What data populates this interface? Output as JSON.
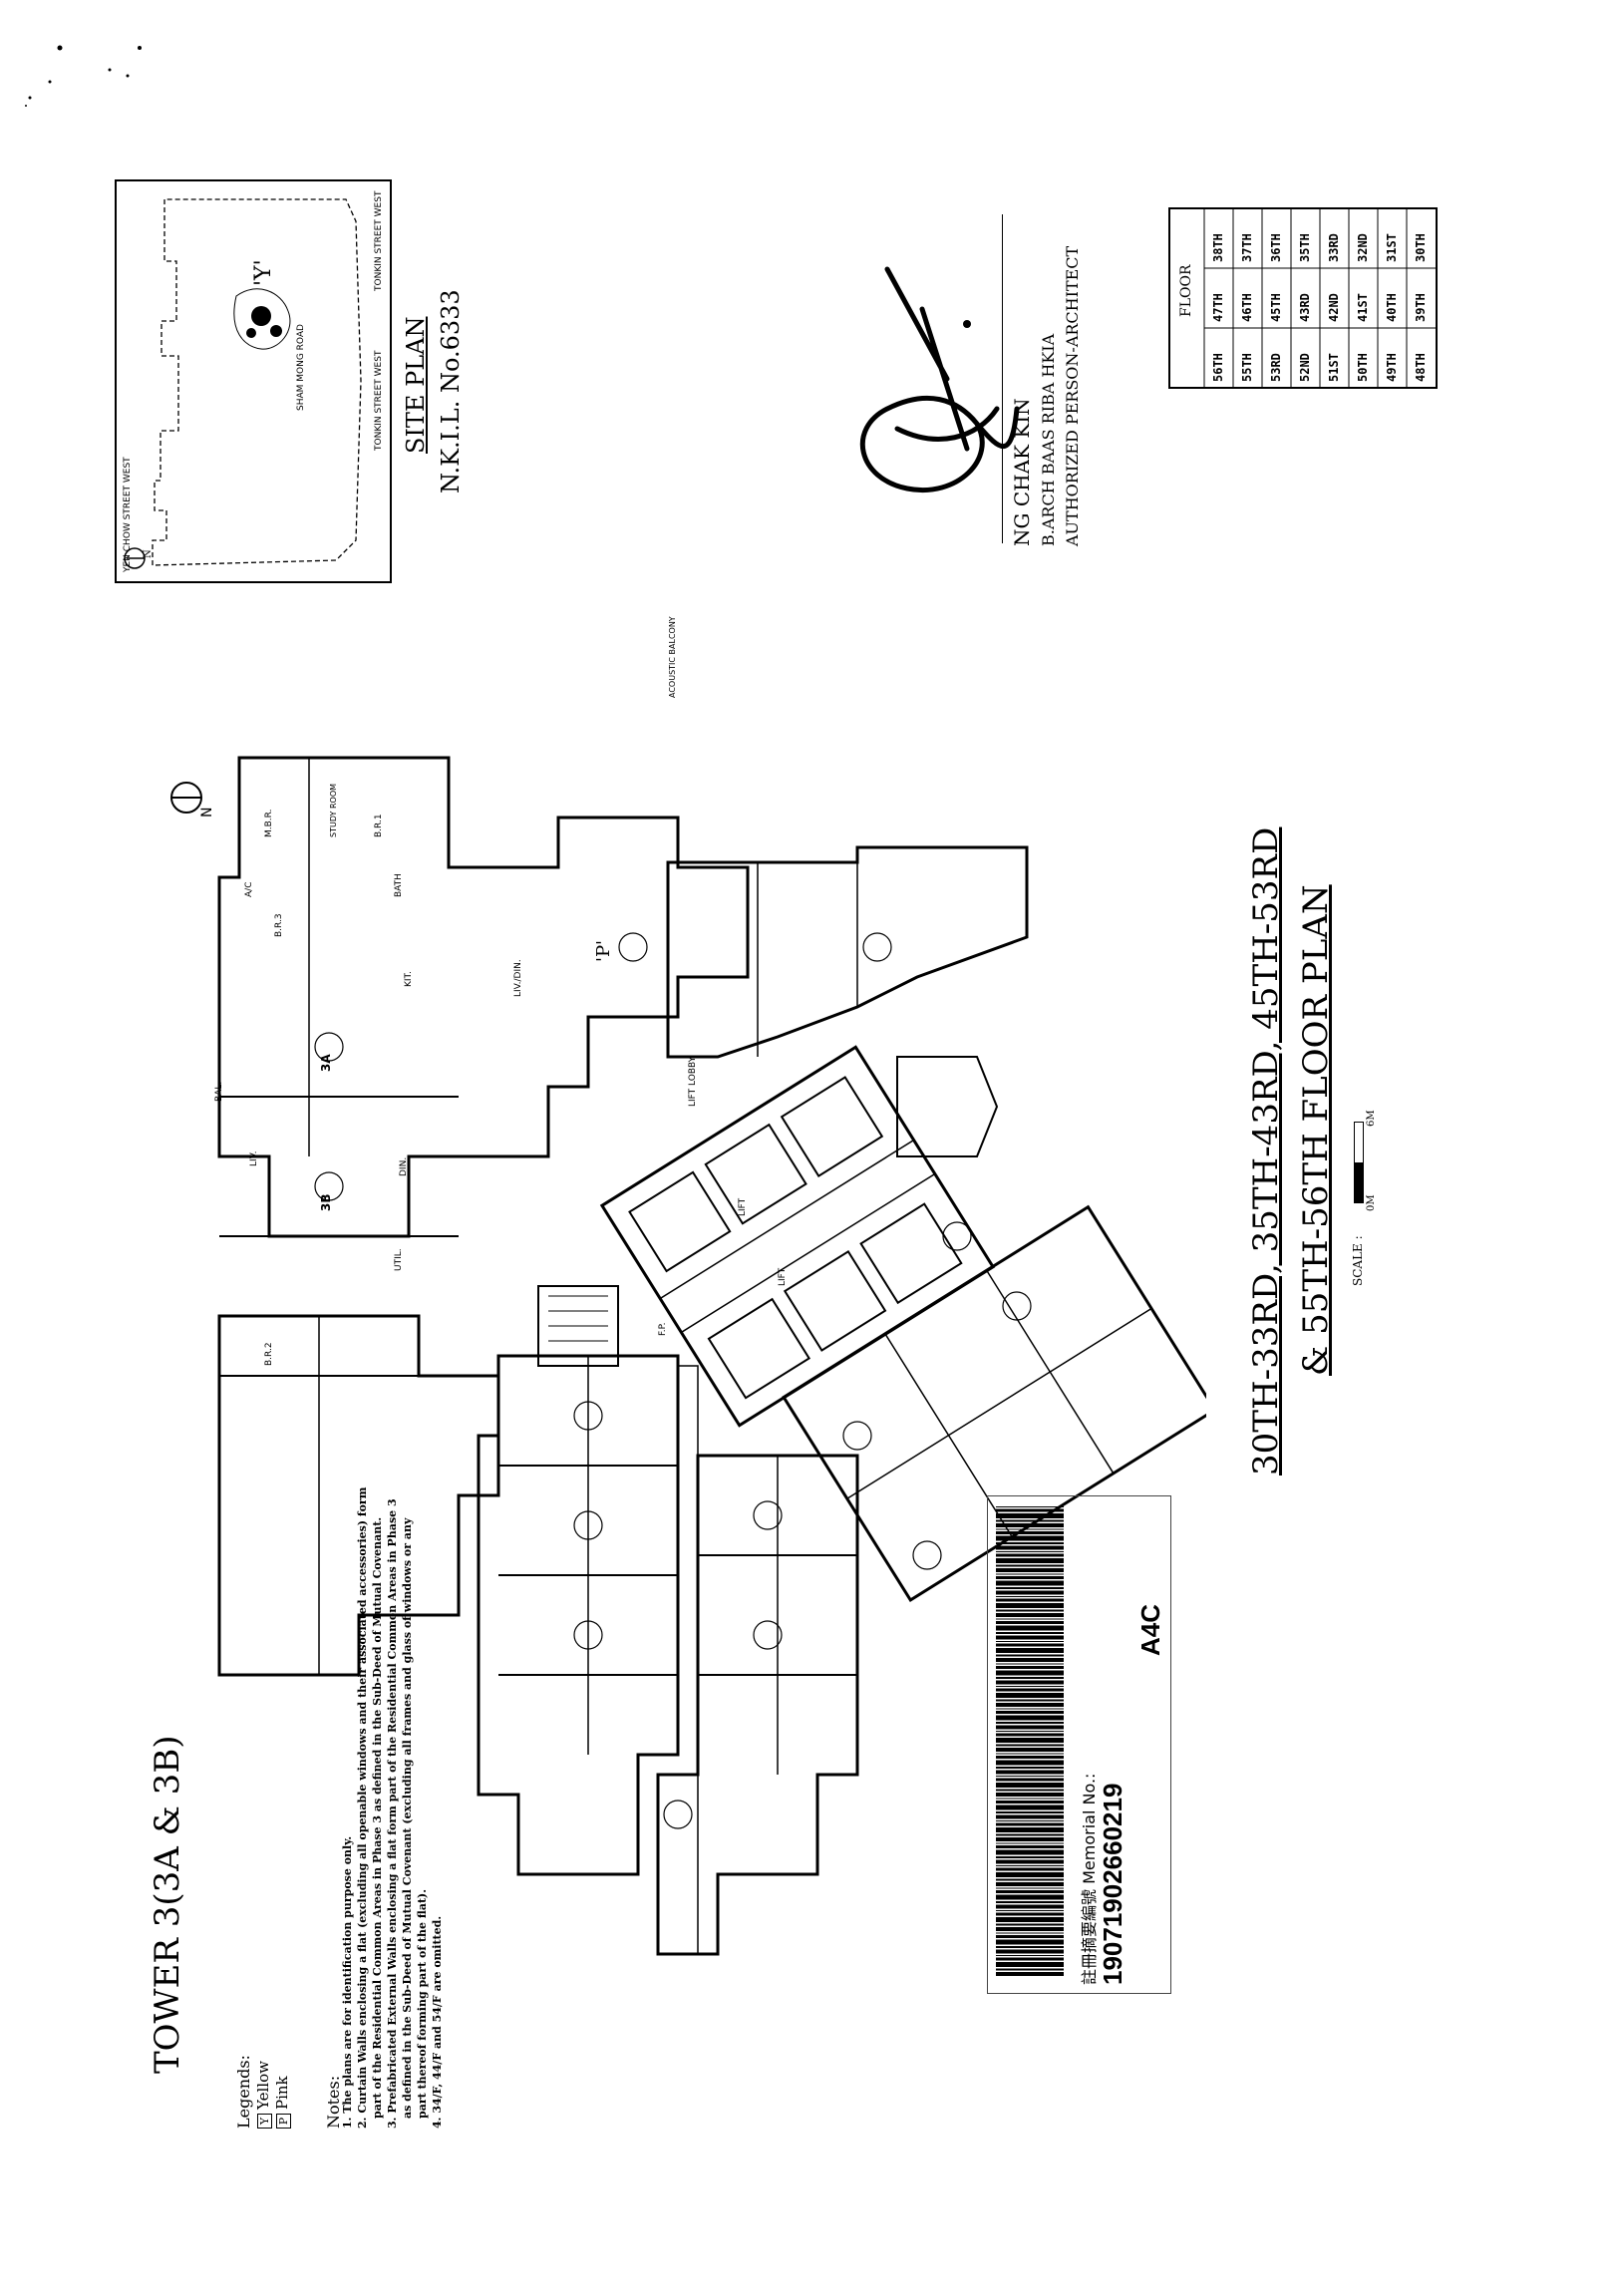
{
  "tower_title": "TOWER 3(3A & 3B)",
  "site_plan": {
    "title": "SITE PLAN",
    "lot": "N.K.I.L. No.6333",
    "road_top": "TONKIN STREET WEST",
    "road_bottom": "YEN CHOW STREET WEST",
    "road_middle": "SHAM MONG ROAD",
    "marker": "'Y'",
    "north": "N"
  },
  "architect": {
    "name": "NG CHAK KIN",
    "qualifications": "B.ARCH BAAS RIBA HKIA",
    "role": "AUTHORIZED PERSON-ARCHITECT"
  },
  "floor_table": {
    "header": "FLOOR",
    "rows": [
      [
        "38TH",
        "47TH",
        "56TH"
      ],
      [
        "37TH",
        "46TH",
        "55TH"
      ],
      [
        "36TH",
        "45TH",
        "53RD"
      ],
      [
        "35TH",
        "43RD",
        "52ND"
      ],
      [
        "33RD",
        "42ND",
        "51ST"
      ],
      [
        "32ND",
        "41ST",
        "50TH"
      ],
      [
        "31ST",
        "40TH",
        "49TH"
      ],
      [
        "30TH",
        "39TH",
        "48TH"
      ]
    ]
  },
  "plan_title_line1": "30TH-33RD, 35TH-43RD, 45TH-53RD",
  "plan_title_line2": "& 55TH-56TH FLOOR PLAN",
  "scale": {
    "label": "SCALE :",
    "start": "0M",
    "end": "6M"
  },
  "plan_labels": {
    "north": "N",
    "flat_p": "'P'",
    "lift": "LIFT",
    "lift_lobby": "LIFT LOBBY",
    "acoustic": "ACOUSTIC BALCONY",
    "units": [
      "3A",
      "3B"
    ],
    "rooms": [
      "M.B.R.",
      "B.R.1",
      "B.R.2",
      "B.R.3",
      "LIV./DIN.",
      "LIV.",
      "DIN.",
      "KIT.",
      "BAL.",
      "UTIL.",
      "BATH",
      "A/C",
      "F.P.",
      "STUDY ROOM"
    ]
  },
  "memorial": {
    "label": "註冊摘要編號 Memorial No.:",
    "number": "19071902660219",
    "code": "A4C"
  },
  "legends": {
    "title": "Legends:",
    "items": [
      {
        "key": "Y",
        "label": "Yellow"
      },
      {
        "key": "P",
        "label": "Pink"
      }
    ]
  },
  "notes": {
    "title": "Notes:",
    "lines": [
      "1. The plans are for identification purpose only.",
      "2. Curtain Walls enclosing a flat (excluding all openable windows and their associated accessories) form",
      "part of the Residential Common Areas in Phase 3 as defined in the Sub-Deed of Mutual Covenant.",
      "3. Prefabricated External Walls enclosing a flat form part of the Residential Common Areas in Phase 3",
      "as defined in the Sub-Deed of Mutual Covenant (excluding all frames and glass of windows or any",
      "part thereof forming part of the flat).",
      "4. 34/F, 44/F and 54/F are omitted."
    ]
  }
}
